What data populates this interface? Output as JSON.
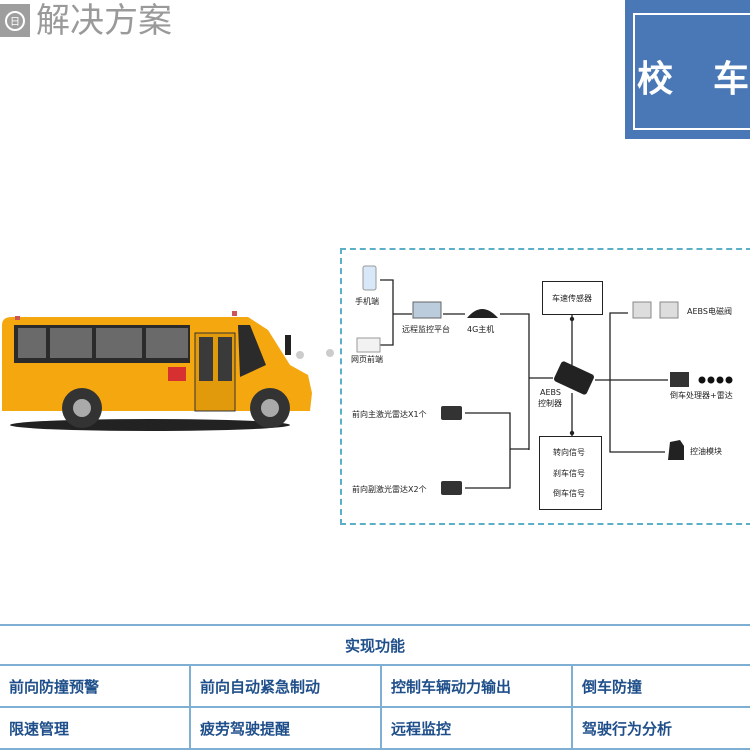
{
  "header": {
    "logo_icon": "company-logo-icon",
    "title": "解决方案"
  },
  "title_box": {
    "text": "校　车",
    "color": "#4a78b6"
  },
  "diagram": {
    "phone_label": "手机端",
    "web_label": "网页前端",
    "platform_label": "远程监控平台",
    "host_label": "4G主机",
    "speed_sensor": "车速传感器",
    "controller_label_1": "AEBS",
    "controller_label_2": "控制器",
    "valve_label": "AEBS电磁阀",
    "reverse_label": "倒车处理器+雷达",
    "oil_label": "控油模块",
    "lidar_main": "前向主激光雷达X1个",
    "lidar_sub": "前向副激光雷达X2个",
    "signals": [
      "转向信号",
      "刹车信号",
      "倒车信号"
    ]
  },
  "table": {
    "header": "实现功能",
    "rows": [
      [
        "前向防撞预警",
        "前向自动紧急制动",
        "控制车辆动力输出",
        "倒车防撞"
      ],
      [
        "限速管理",
        "疲劳驾驶提醒",
        "远程监控",
        "驾驶行为分析"
      ]
    ]
  }
}
